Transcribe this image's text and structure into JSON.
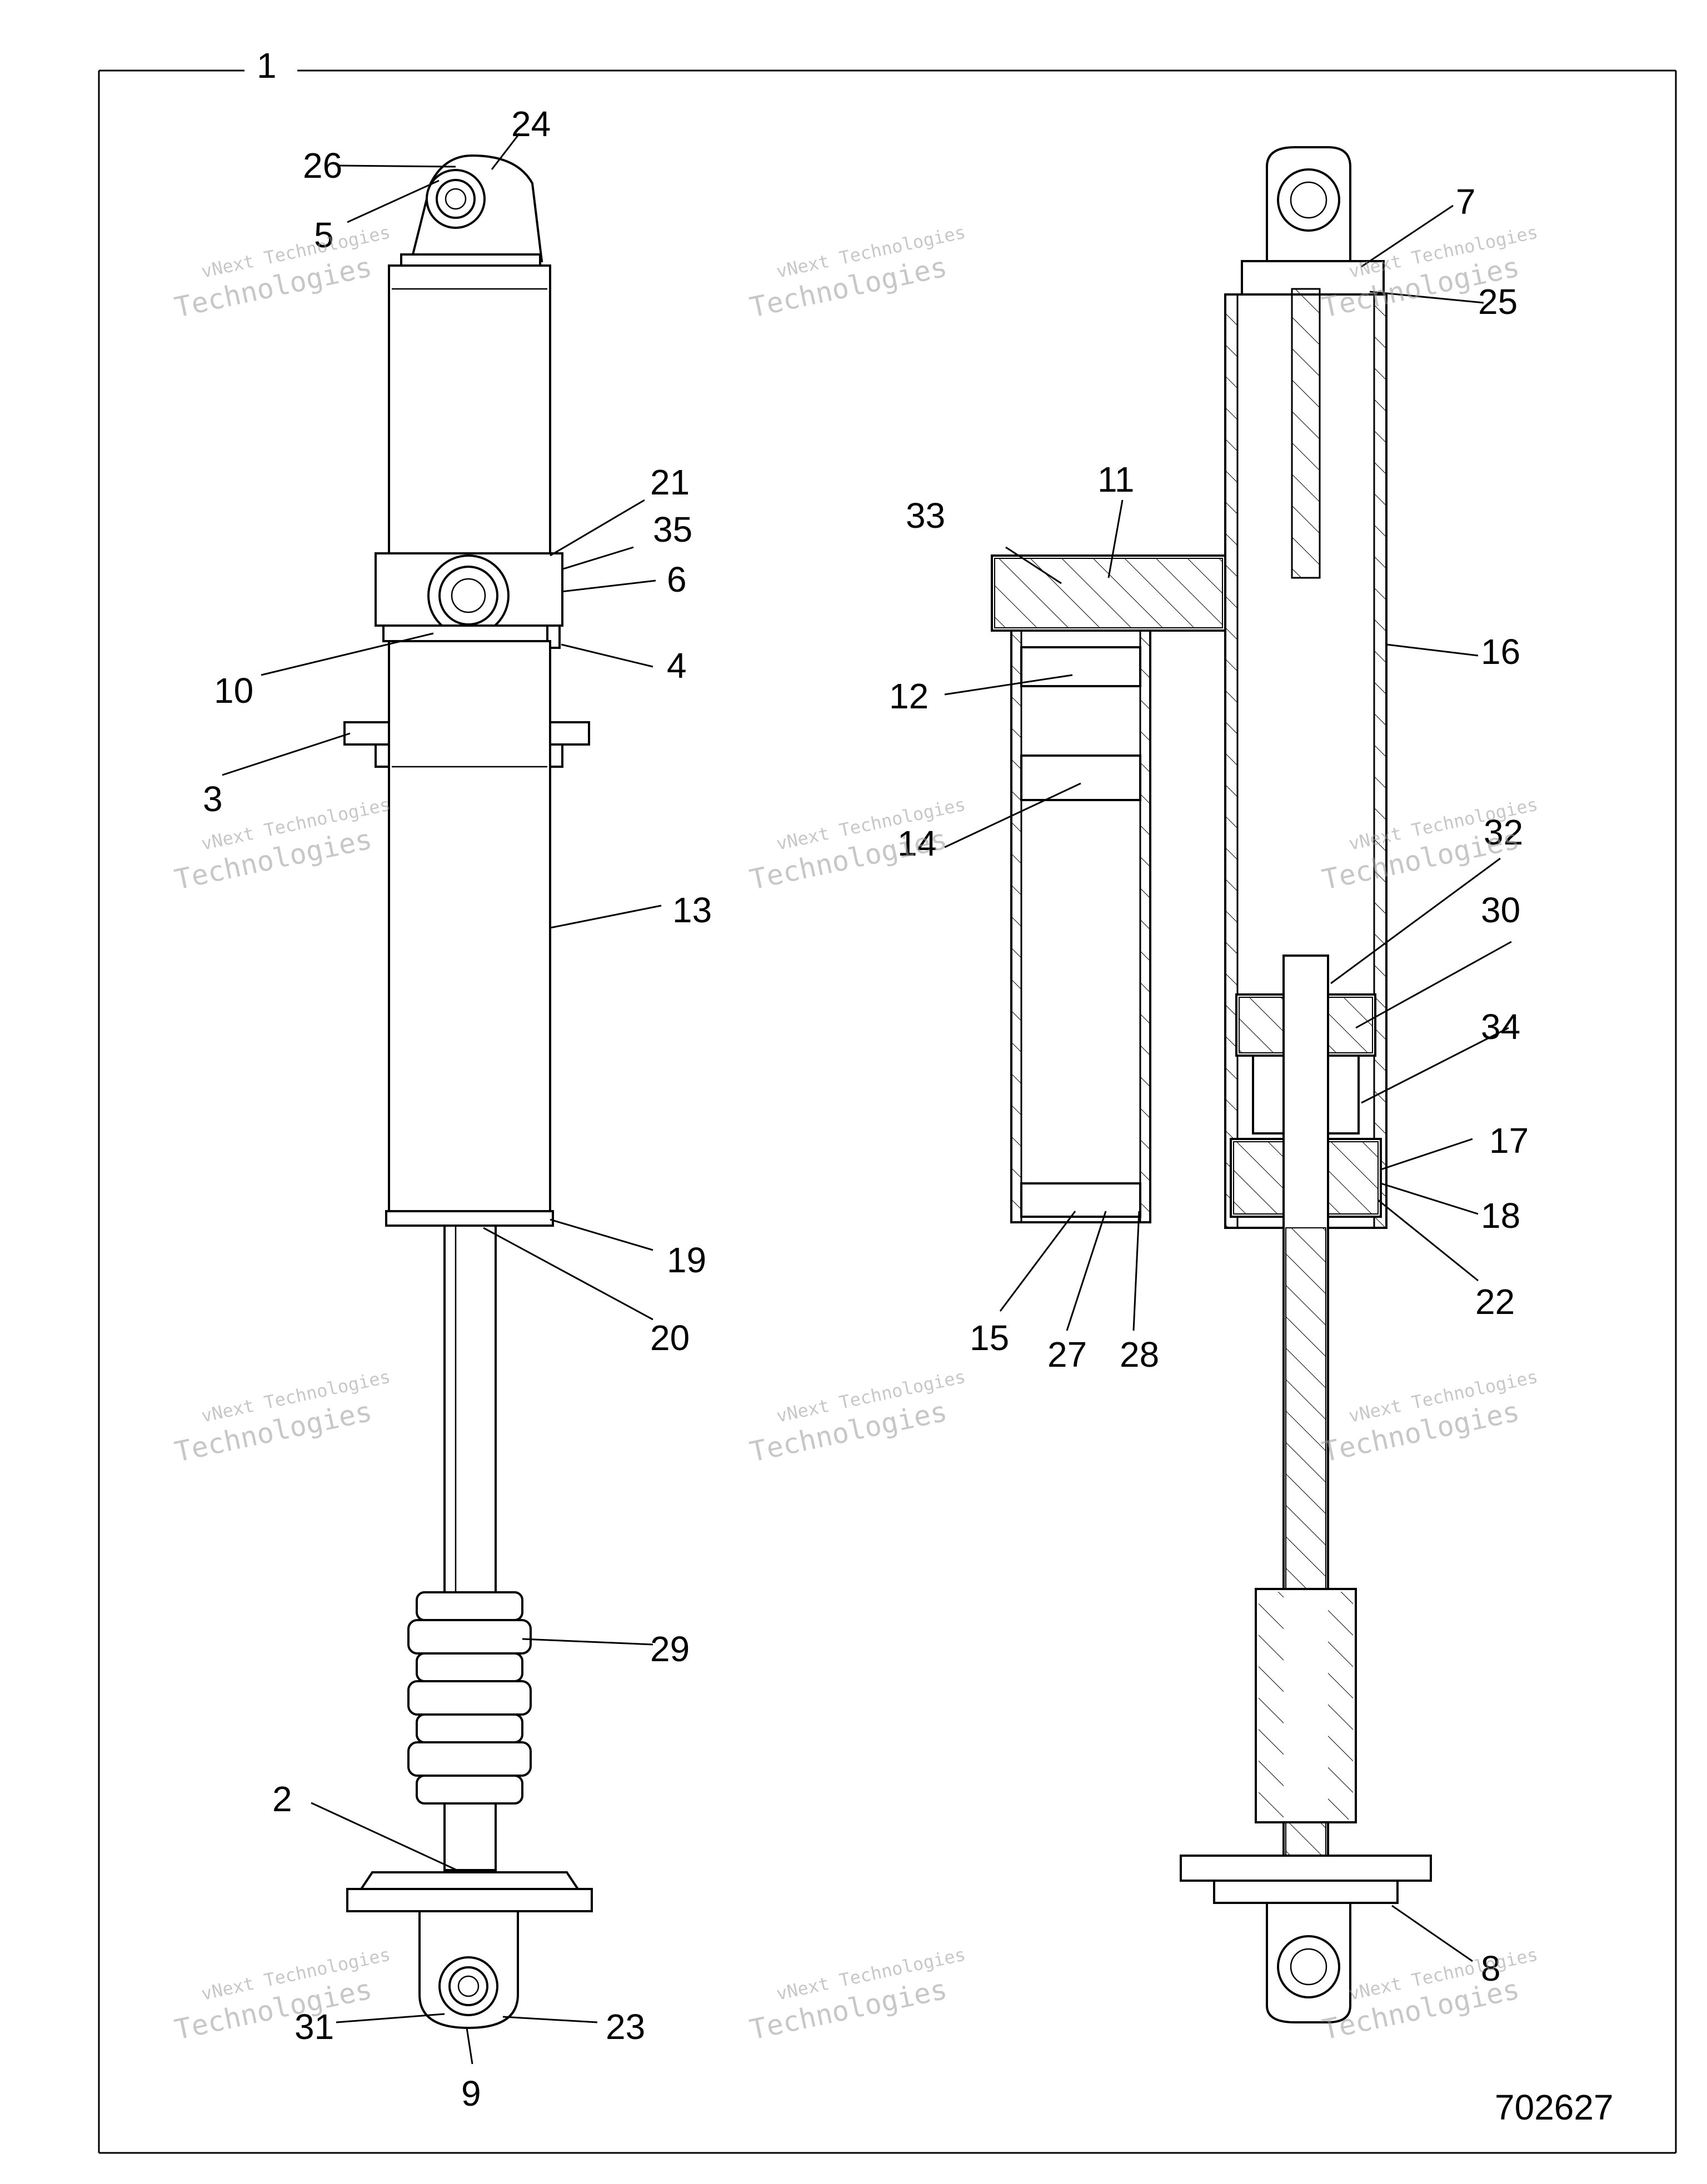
{
  "figure": {
    "assembly_callout": "1",
    "drawing_number": "702627",
    "watermark": {
      "line1": "vNext Technologies",
      "line2": "Technologies"
    }
  },
  "callouts": [
    {
      "id": "c1",
      "text": "1"
    },
    {
      "id": "c2",
      "text": "2"
    },
    {
      "id": "c3",
      "text": "3"
    },
    {
      "id": "c4",
      "text": "4"
    },
    {
      "id": "c5",
      "text": "5"
    },
    {
      "id": "c6",
      "text": "6"
    },
    {
      "id": "c7",
      "text": "7"
    },
    {
      "id": "c8",
      "text": "8"
    },
    {
      "id": "c9",
      "text": "9"
    },
    {
      "id": "c10",
      "text": "10"
    },
    {
      "id": "c11",
      "text": "11"
    },
    {
      "id": "c12",
      "text": "12"
    },
    {
      "id": "c13",
      "text": "13"
    },
    {
      "id": "c14",
      "text": "14"
    },
    {
      "id": "c15",
      "text": "15"
    },
    {
      "id": "c16",
      "text": "16"
    },
    {
      "id": "c17",
      "text": "17"
    },
    {
      "id": "c18",
      "text": "18"
    },
    {
      "id": "c19",
      "text": "19"
    },
    {
      "id": "c20",
      "text": "20"
    },
    {
      "id": "c21",
      "text": "21"
    },
    {
      "id": "c22",
      "text": "22"
    },
    {
      "id": "c23",
      "text": "23"
    },
    {
      "id": "c24",
      "text": "24"
    },
    {
      "id": "c25",
      "text": "25"
    },
    {
      "id": "c26",
      "text": "26"
    },
    {
      "id": "c27",
      "text": "27"
    },
    {
      "id": "c28",
      "text": "28"
    },
    {
      "id": "c29",
      "text": "29"
    },
    {
      "id": "c30",
      "text": "30"
    },
    {
      "id": "c31",
      "text": "31"
    },
    {
      "id": "c32",
      "text": "32"
    },
    {
      "id": "c33",
      "text": "33"
    },
    {
      "id": "c34",
      "text": "34"
    },
    {
      "id": "c35",
      "text": "35"
    }
  ]
}
